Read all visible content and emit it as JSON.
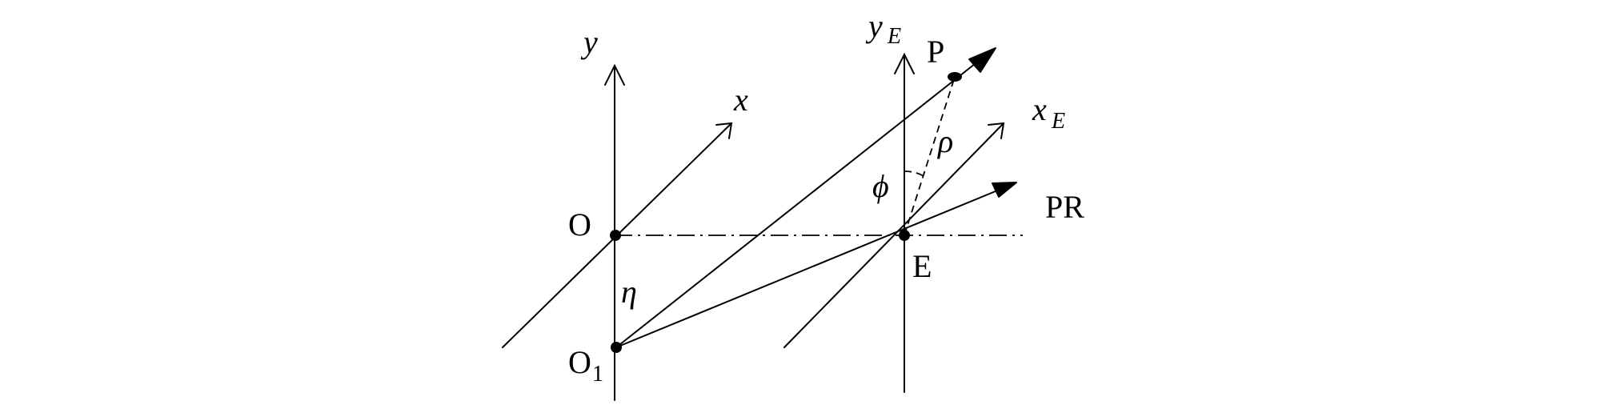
{
  "labels": {
    "y": "y",
    "x": "x",
    "yE_main": "y",
    "yE_sub": "E",
    "xE_main": "x",
    "xE_sub": "E",
    "O": "O",
    "O1_main": "O",
    "O1_sub": "1",
    "eta": "η",
    "P": "P",
    "rho": "ρ",
    "phi": "ϕ",
    "E": "E",
    "PR": "PR"
  }
}
